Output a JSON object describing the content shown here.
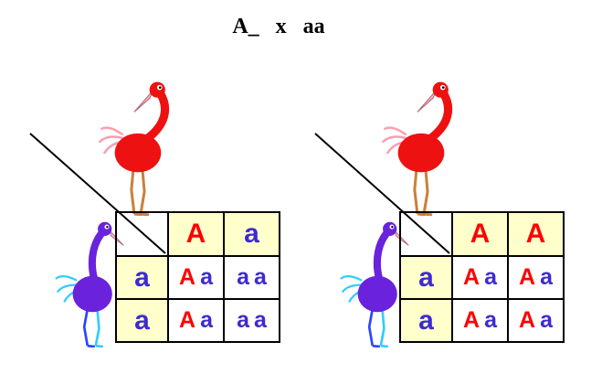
{
  "title": "A_   x   aa",
  "colors": {
    "A": "#ff0000",
    "a": "#3d2bcf",
    "header_bg": "#ffffcc",
    "border": "#000000",
    "line": "#000000",
    "red_bird": "#ee1111",
    "red_bird_legs": "#c8813c",
    "purple_bird": "#6a22dd",
    "purple_leg_blue": "#2b46ff",
    "purple_leg_cyan": "#33ccff",
    "beak": "#ffb3c8",
    "tail_pink": "#ff9db0"
  },
  "squares": [
    {
      "label": "left punnett square",
      "col_headers": [
        "A",
        "a"
      ],
      "row_headers": [
        "a",
        "a"
      ],
      "cells": [
        [
          [
            "A",
            "a"
          ],
          [
            "a",
            "a"
          ]
        ],
        [
          [
            "A",
            "a"
          ],
          [
            "a",
            "a"
          ]
        ]
      ]
    },
    {
      "label": "right punnett square",
      "col_headers": [
        "A",
        "A"
      ],
      "row_headers": [
        "a",
        "a"
      ],
      "cells": [
        [
          [
            "A",
            "a"
          ],
          [
            "A",
            "a"
          ]
        ],
        [
          [
            "A",
            "a"
          ],
          [
            "A",
            "a"
          ]
        ]
      ]
    }
  ]
}
